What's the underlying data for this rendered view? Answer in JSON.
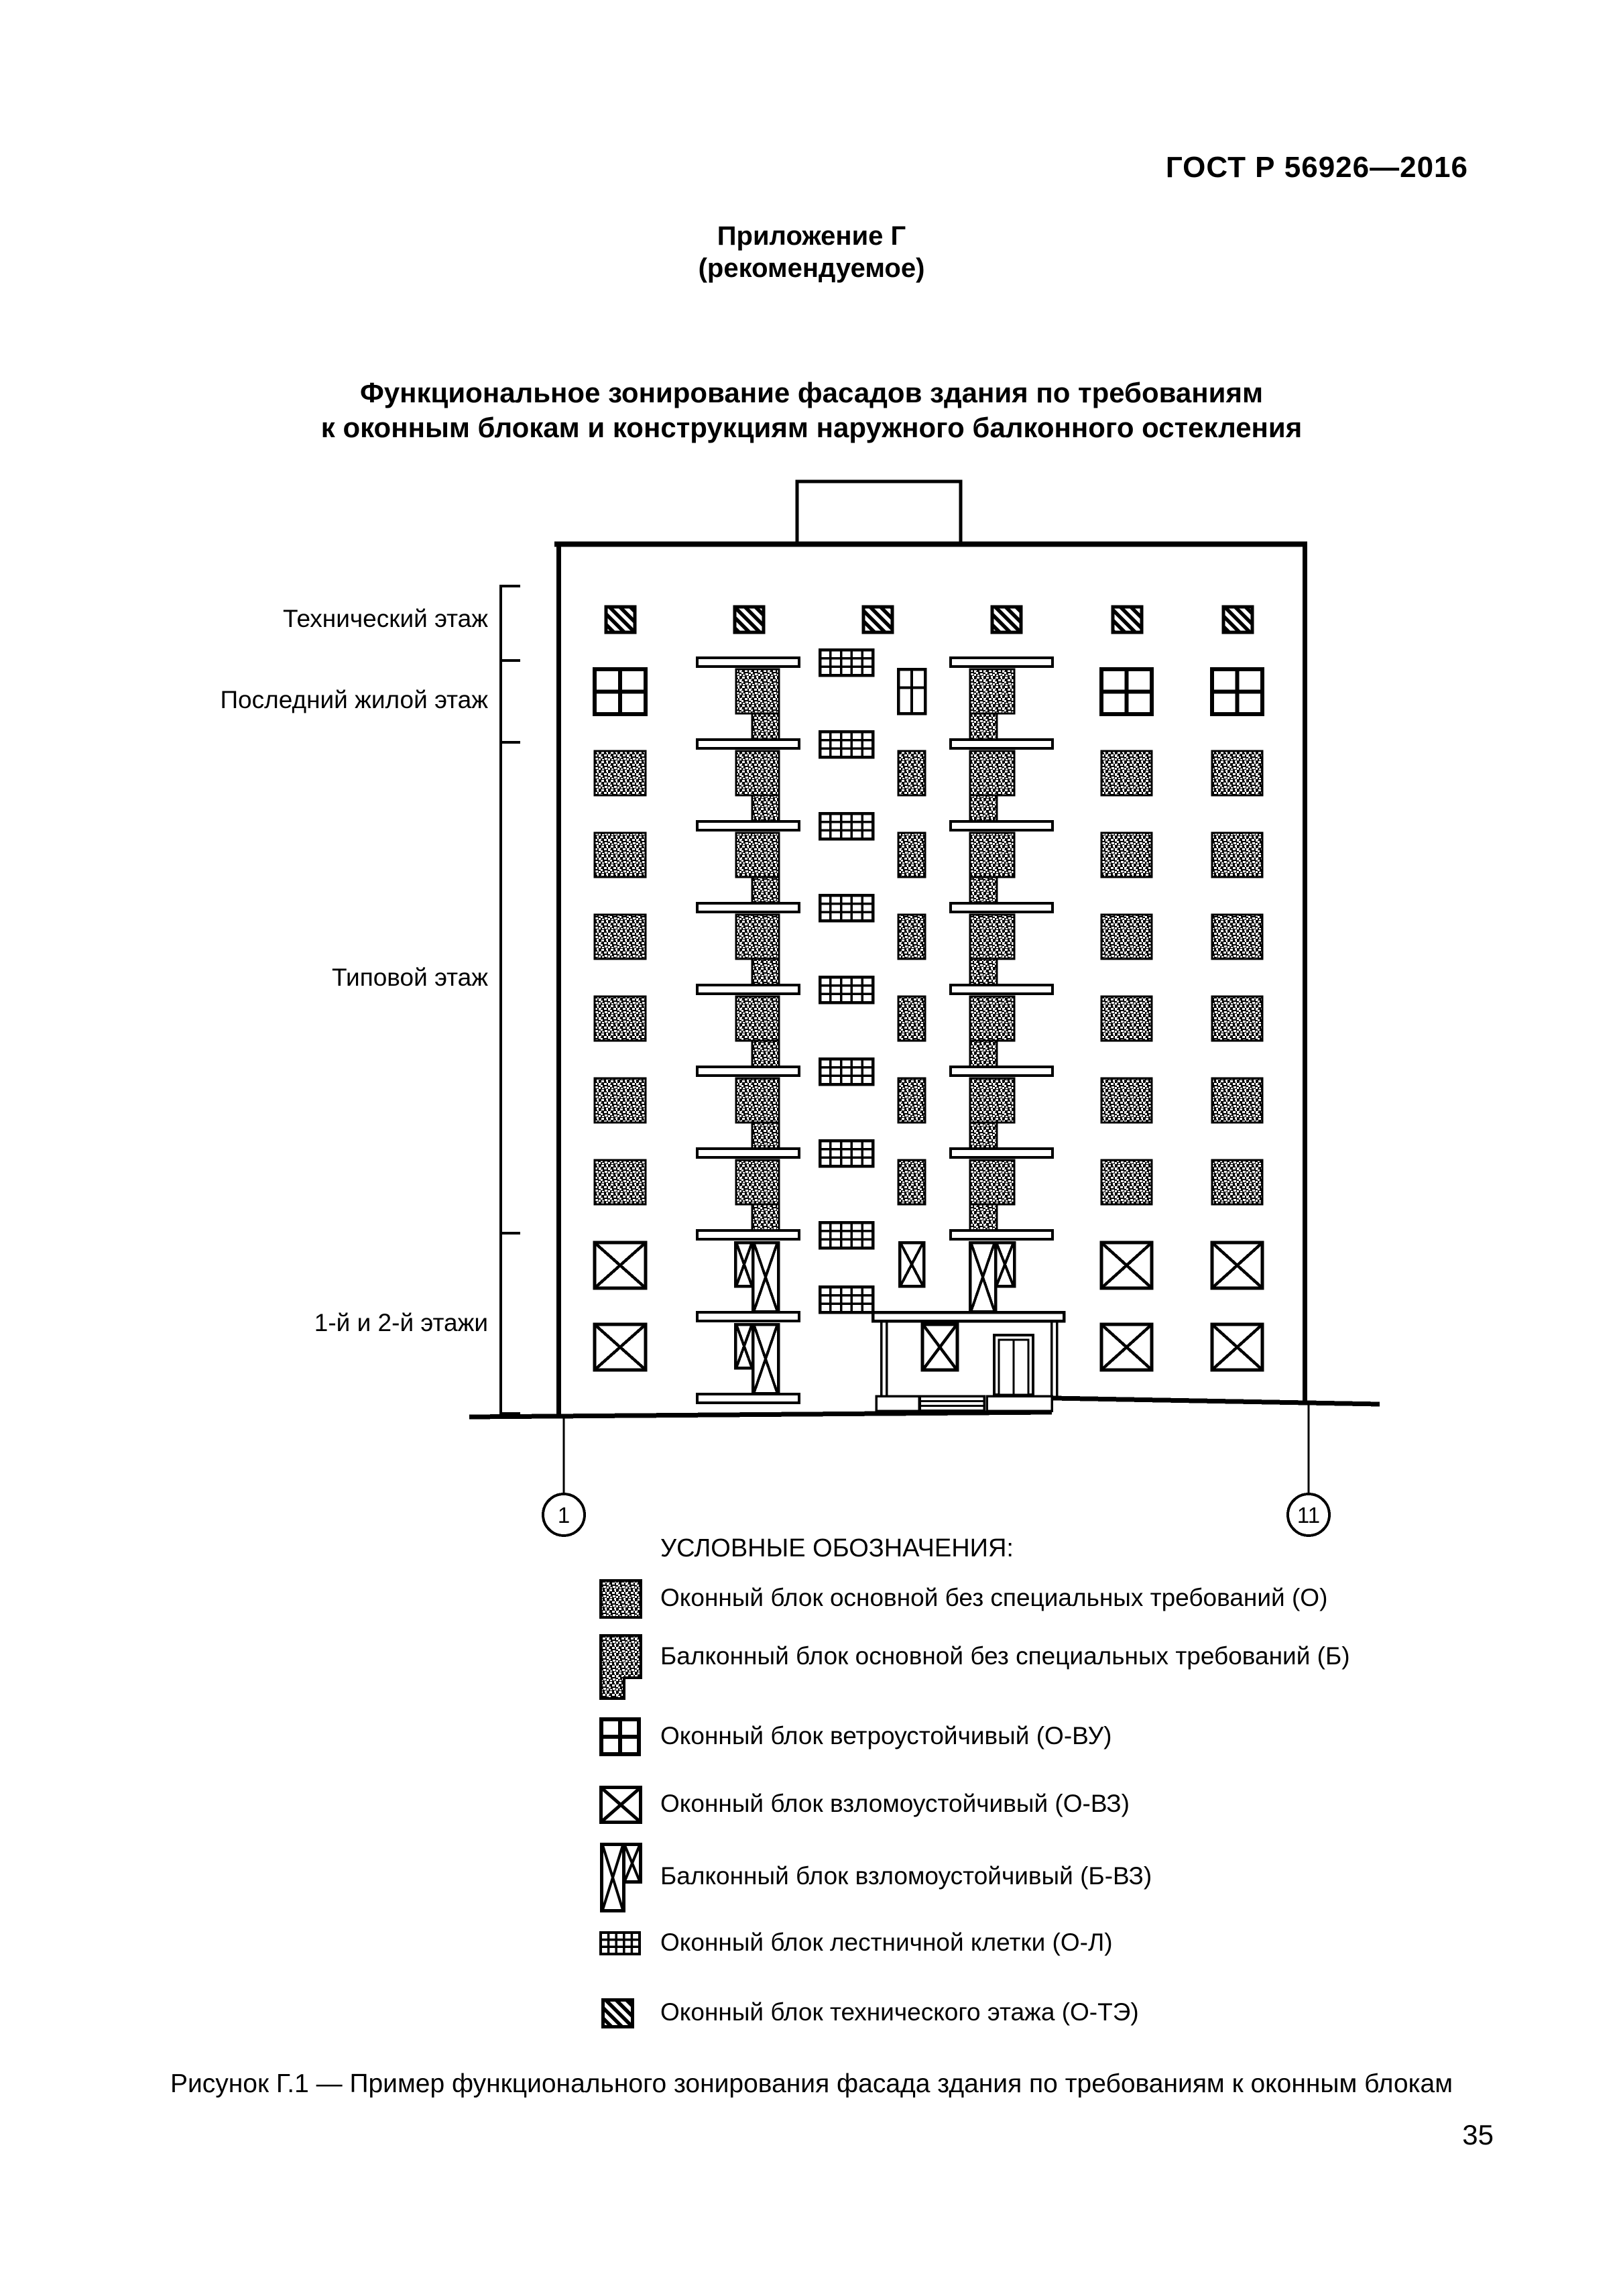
{
  "page": {
    "standard": "ГОСТ Р 56926—2016",
    "number": "35"
  },
  "appendix": {
    "line1": "Приложение Г",
    "line2": "(рекомендуемое)"
  },
  "title": {
    "line1": "Функциональное зонирование фасадов здания по требованиям",
    "line2": "к оконным блокам и конструкциям наружного балконного остекления"
  },
  "figure": {
    "floor_labels": [
      {
        "id": "tech",
        "label": "Технический этаж"
      },
      {
        "id": "last",
        "label": "Последний жилой этаж"
      },
      {
        "id": "typical",
        "label": "Типовой этаж"
      },
      {
        "id": "low",
        "label": "1-й и 2-й этажи"
      }
    ],
    "axis_bubbles": [
      "1",
      "11"
    ],
    "facade_rows": [
      {
        "floor": "Технический этаж",
        "window_types": [
          "О-ТЭ",
          "О-ТЭ",
          "О-ТЭ",
          "О-ТЭ",
          "О-ТЭ",
          "О-ТЭ"
        ]
      },
      {
        "floor": "Последний жилой этаж",
        "window_types": [
          "О-ВУ",
          "Б",
          "О-Л",
          "О-ВУ",
          "Б",
          "О-ВУ",
          "О-ВУ"
        ]
      },
      {
        "floor": "Типовой этаж",
        "repeat": 6,
        "window_types": [
          "О",
          "Б",
          "О-Л",
          "О",
          "Б",
          "О",
          "О"
        ]
      },
      {
        "floor": "2-й этаж",
        "window_types": [
          "О-ВЗ",
          "Б-ВЗ",
          "О-Л",
          "О-ВЗ",
          "Б-ВЗ",
          "О-ВЗ",
          "О-ВЗ"
        ]
      },
      {
        "floor": "1-й этаж",
        "window_types": [
          "О-ВЗ",
          "Б-ВЗ",
          "О-Л",
          "вход",
          "О-ВЗ",
          "О-ВЗ"
        ]
      }
    ]
  },
  "legend": {
    "heading": "УСЛОВНЫЕ ОБОЗНАЧЕНИЯ:",
    "items": [
      {
        "code": "О",
        "icon": "speckle-window-icon",
        "label": "Оконный блок основной без специальных требований (О)"
      },
      {
        "code": "Б",
        "icon": "speckle-balcony-icon",
        "label": "Балконный блок основной без специальных требований (Б)"
      },
      {
        "code": "О-ВУ",
        "icon": "cross-pane-window-icon",
        "label": "Оконный блок ветроустойчивый (О-ВУ)"
      },
      {
        "code": "О-ВЗ",
        "icon": "x-window-icon",
        "label": "Оконный блок взломоустойчивый (О-ВЗ)"
      },
      {
        "code": "Б-ВЗ",
        "icon": "x-balcony-icon",
        "label": "Балконный блок взломоустойчивый (Б-ВЗ)"
      },
      {
        "code": "О-Л",
        "icon": "grid-window-icon",
        "label": "Оконный блок лестничной клетки (О-Л)"
      },
      {
        "code": "О-ТЭ",
        "icon": "hatch-window-icon",
        "label": "Оконный блок технического этажа (О-ТЭ)"
      }
    ]
  },
  "caption": "Рисунок Г.1 — Пример функционального зонирования фасада здания по требованиям к оконным блокам",
  "colors": {
    "ink": "#000000",
    "paper": "#ffffff"
  }
}
